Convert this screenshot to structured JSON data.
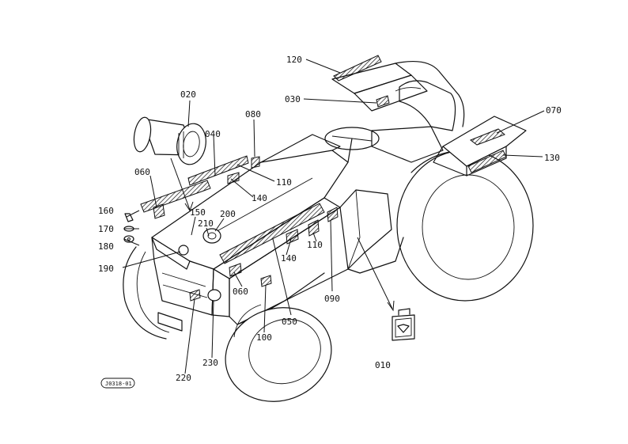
{
  "diagram": {
    "reference_code": "J0318-01",
    "callouts": {
      "c010": "010",
      "c020": "020",
      "c030": "030",
      "c040": "040",
      "c050": "050",
      "c060a": "060",
      "c060b": "060",
      "c070": "070",
      "c080": "080",
      "c090": "090",
      "c100": "100",
      "c110a": "110",
      "c110b": "110",
      "c120": "120",
      "c130": "130",
      "c140a": "140",
      "c140b": "140",
      "c150": "150",
      "c160": "160",
      "c170": "170",
      "c180": "180",
      "c190": "190",
      "c200": "200",
      "c210": "210",
      "c220": "220",
      "c230": "230"
    }
  }
}
